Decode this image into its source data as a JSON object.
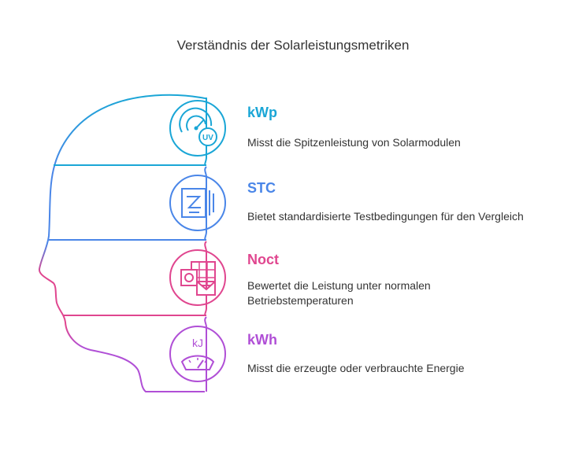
{
  "title": "Verständnis der Solarleistungsmetriken",
  "items": [
    {
      "heading": "kWp",
      "description": "Misst die Spitzenleistung von Solarmodulen",
      "color": "#1aa6d6",
      "icon": "gauge-uv-icon"
    },
    {
      "heading": "STC",
      "description": "Bietet standardisierte Testbedingungen für den Vergleich",
      "color": "#4a86e8",
      "icon": "solar-panel-test-icon"
    },
    {
      "heading": "Noct",
      "description": "Bewertet die Leistung unter normalen Betriebstemperaturen",
      "color": "#e0468f",
      "icon": "calendar-document-icon"
    },
    {
      "heading": "kWh",
      "description": "Misst die erzeugte oder verbrauchte Energie",
      "color": "#b04fd6",
      "icon": "energy-meter-icon"
    }
  ],
  "meter_label": "kJ",
  "uv_label": "UV"
}
